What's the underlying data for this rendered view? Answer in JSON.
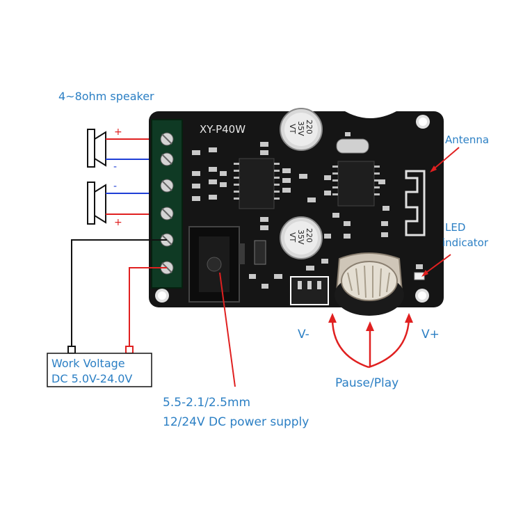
{
  "labels": {
    "speaker": "4~8ohm speaker",
    "board_model": "XY-P40W",
    "antenna": "Antenna",
    "led_line1": "LED",
    "led_line2": "indicator",
    "v_minus": "V-",
    "v_plus": "V+",
    "pause_play": "Pause/Play",
    "work_voltage_line1": "Work Voltage",
    "work_voltage_line2": "DC 5.0V-24.0V",
    "power_line1": "5.5-2.1/2.5mm",
    "power_line2": "12/24V DC power supply"
  },
  "polarity": {
    "sp1_top": "+",
    "sp1_bottom": "-",
    "sp2_top": "-",
    "sp2_bottom": "+"
  },
  "capacitors": {
    "top_line1": "220",
    "top_line2": "35V",
    "top_line3": "VT",
    "bottom_line1": "220",
    "bottom_line2": "35V",
    "bottom_line3": "VT"
  },
  "colors": {
    "label_blue": "#2b7fc4",
    "wire_red": "#e02020",
    "wire_blue": "#1f3fd6",
    "wire_black": "#111111",
    "pcb": "#151515",
    "terminal_green": "#0f3a24"
  }
}
